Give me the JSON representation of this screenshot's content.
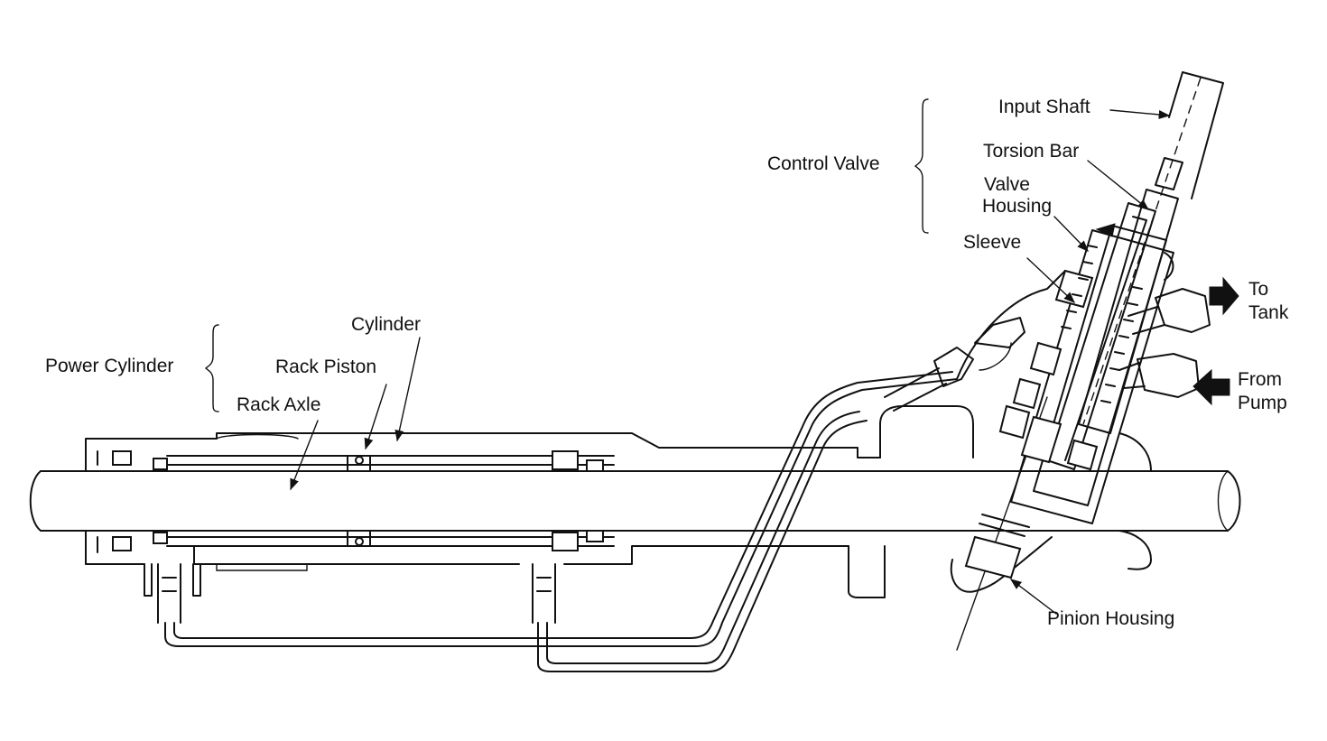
{
  "labels": {
    "input_shaft": "Input Shaft",
    "torsion_bar": "Torsion Bar",
    "control_valve": "Control Valve",
    "valve_housing_1": "Valve",
    "valve_housing_2": "Housing",
    "sleeve": "Sleeve",
    "to_tank_1": "To",
    "to_tank_2": "Tank",
    "from_pump_1": "From",
    "from_pump_2": "Pump",
    "power_cylinder": "Power Cylinder",
    "cylinder": "Cylinder",
    "rack_piston": "Rack Piston",
    "rack_axle": "Rack Axle",
    "pinion_housing": "Pinion Housing"
  }
}
